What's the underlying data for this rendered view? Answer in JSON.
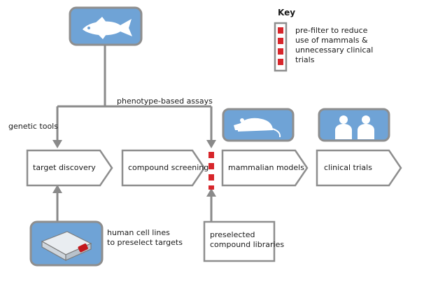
{
  "key": {
    "title": "Key",
    "line1": "pre-filter to reduce",
    "line2": "use of mammals &",
    "line3": "unnecessary clinical",
    "line4": "trials"
  },
  "labels": {
    "phenotype": "phenotype-based assays",
    "genetic": "genetic tools"
  },
  "stages": [
    {
      "label": "target discovery"
    },
    {
      "label": "compound screening"
    },
    {
      "label": "mammalian models"
    },
    {
      "label": "clinical trials"
    }
  ],
  "notes": {
    "cells_line1": "human cell lines",
    "cells_line2": "to preselect targets",
    "compounds_line1": "preselected",
    "compounds_line2": "compound libraries"
  },
  "colors": {
    "blue_panel": "#6fa3d6",
    "panel_border": "#8e8e8e",
    "arrow_gray": "#8a8a8a",
    "filter_red": "#d7262b"
  },
  "icons": {
    "top": "fish-icon",
    "mammal": "rat-icon",
    "human": "people-icon",
    "cells": "cell-culture-flask-icon"
  }
}
